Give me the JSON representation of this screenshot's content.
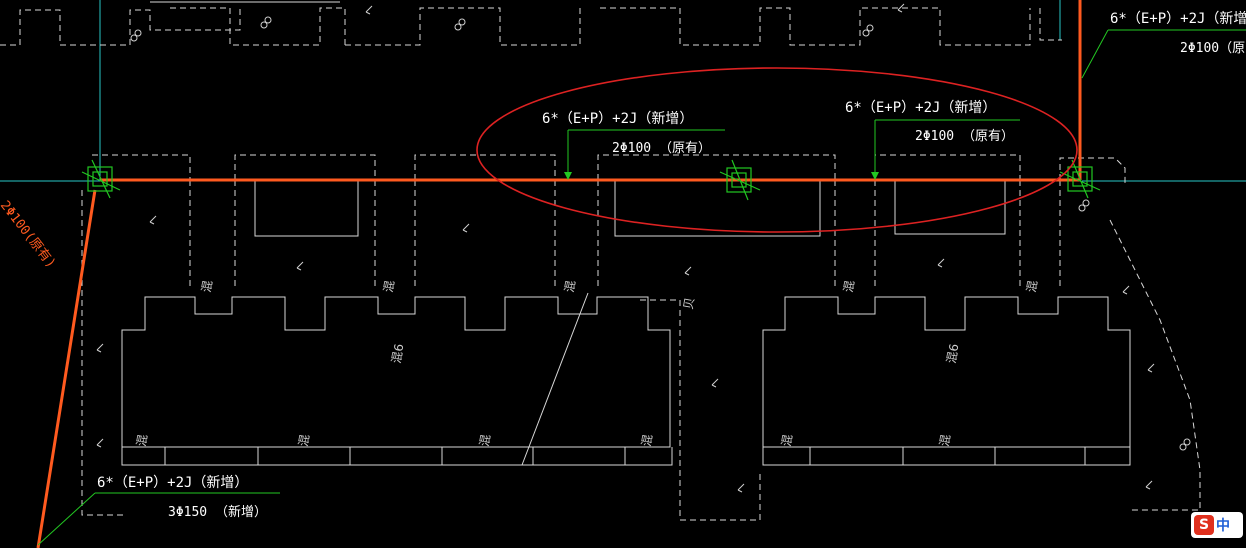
{
  "colors": {
    "background": "#000000",
    "outline": "#d8d8d8",
    "pipe_main": "#ff5a1f",
    "leader": "#22c722",
    "grid": "#27c6c6",
    "highlight": "#dd2222"
  },
  "annotations": {
    "top_right": {
      "line1": "6*（E+P）+2J（新增）",
      "line2": "2Φ100（原"
    },
    "center_left": {
      "line1": "6*（E+P）+2J（新增）",
      "line2": "2Φ100 （原有）"
    },
    "center_right": {
      "line1": "6*（E+P）+2J（新增）",
      "line2": "2Φ100 （原有）"
    },
    "bottom_left": {
      "line1": "6*（E+P）+2J（新增）",
      "line2": "3Φ150 （新增）"
    },
    "left_pipe": "2Φ100(原有)"
  },
  "floor_marks": [
    "混",
    "混",
    "混",
    "混",
    "混",
    "混",
    "混",
    "混",
    "混",
    "混",
    "混",
    "混6",
    "混6",
    "贝"
  ],
  "ime": {
    "logo": "S",
    "lang": "中"
  }
}
